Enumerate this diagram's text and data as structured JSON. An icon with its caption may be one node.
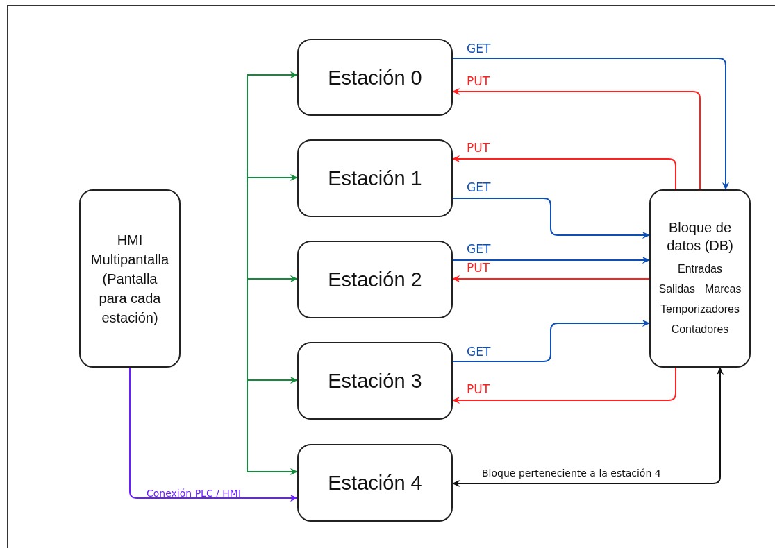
{
  "diagram": {
    "nodes": [
      {
        "text": [
          "HMI Multipantalla (Pantalla para cada estación)"
        ]
      },
      {
        "text": [
          "Estación 0"
        ]
      },
      {
        "text": [
          "Estación 1"
        ]
      },
      {
        "text": [
          "Estación 2"
        ]
      },
      {
        "text": [
          "Estación 3"
        ]
      },
      {
        "text": [
          "Estación 4"
        ]
      },
      {
        "text": [
          "Bloque de datos (DB)",
          "Entradas",
          "Salidas",
          "Marcas",
          "Temporizadores",
          "Contadores"
        ]
      }
    ],
    "edges": [
      {
        "from": null,
        "to": 1,
        "arrow": "to"
      },
      {
        "from": null,
        "to": 2,
        "arrow": "to"
      },
      {
        "from": null,
        "to": 3,
        "arrow": "to"
      },
      {
        "from": null,
        "to": 4,
        "arrow": "to"
      },
      {
        "from": null,
        "to": 5,
        "arrow": "to"
      },
      {
        "from": 0,
        "to": 5,
        "arrow": "to",
        "label": "Conexión PLC / HMI",
        "color": "#6a1fff"
      },
      {
        "from": 1,
        "to": 6,
        "arrow": "to",
        "label": "GET",
        "color": "#0d4fb5"
      },
      {
        "from": 6,
        "to": 1,
        "arrow": "to",
        "label": "PUT",
        "color": "#ff2020"
      },
      {
        "from": 6,
        "to": 2,
        "arrow": "to",
        "label": "PUT",
        "color": "#ff2020"
      },
      {
        "from": 2,
        "to": 6,
        "arrow": "to",
        "label": "GET",
        "color": "#0d4fb5"
      },
      {
        "from": 3,
        "to": 6,
        "arrow": "to",
        "label": "GET",
        "color": "#0d4fb5"
      },
      {
        "from": 6,
        "to": 3,
        "arrow": "to",
        "label": "PUT",
        "color": "#ff2020"
      },
      {
        "from": 4,
        "to": 6,
        "arrow": "to",
        "label": "GET",
        "color": "#0d4fb5"
      },
      {
        "from": 6,
        "to": 4,
        "arrow": "to",
        "label": "PUT",
        "color": "#ff2020"
      },
      {
        "from": 5,
        "to": 6,
        "arrow": "both",
        "label": "Bloque perteneciente a la estación 4",
        "color": "#111111"
      }
    ]
  }
}
